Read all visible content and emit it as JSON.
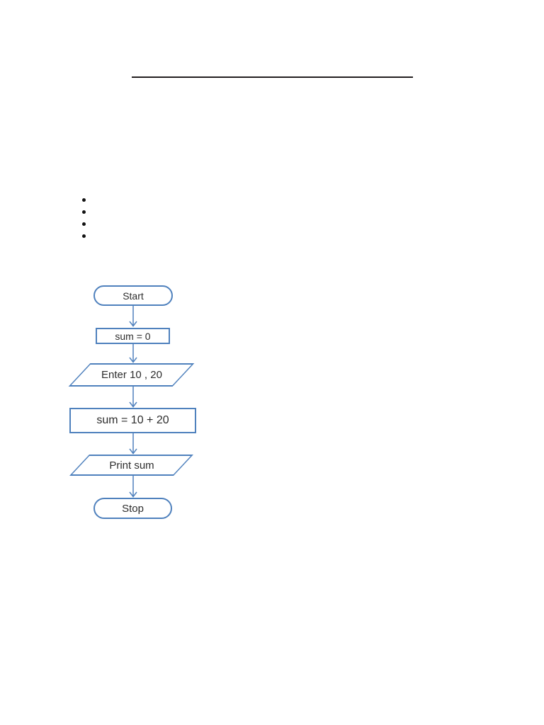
{
  "document": {
    "title_rule": {
      "present": true,
      "color": "#231f20"
    },
    "bullets": {
      "count": 4
    }
  },
  "flowchart": {
    "accent_color": "#4F81BD",
    "text_color": "#2d2d2d",
    "nodes": [
      {
        "id": "start",
        "shape": "terminator",
        "label": "Start"
      },
      {
        "id": "init",
        "shape": "process",
        "label": "sum = 0"
      },
      {
        "id": "input",
        "shape": "input-output",
        "label": "Enter 10 , 20"
      },
      {
        "id": "process",
        "shape": "process",
        "label": "sum = 10 + 20"
      },
      {
        "id": "output",
        "shape": "input-output",
        "label": "Print sum"
      },
      {
        "id": "stop",
        "shape": "terminator",
        "label": "Stop"
      }
    ],
    "edges": [
      {
        "from": "start",
        "to": "init"
      },
      {
        "from": "init",
        "to": "input"
      },
      {
        "from": "input",
        "to": "process"
      },
      {
        "from": "process",
        "to": "output"
      },
      {
        "from": "output",
        "to": "stop"
      }
    ]
  }
}
